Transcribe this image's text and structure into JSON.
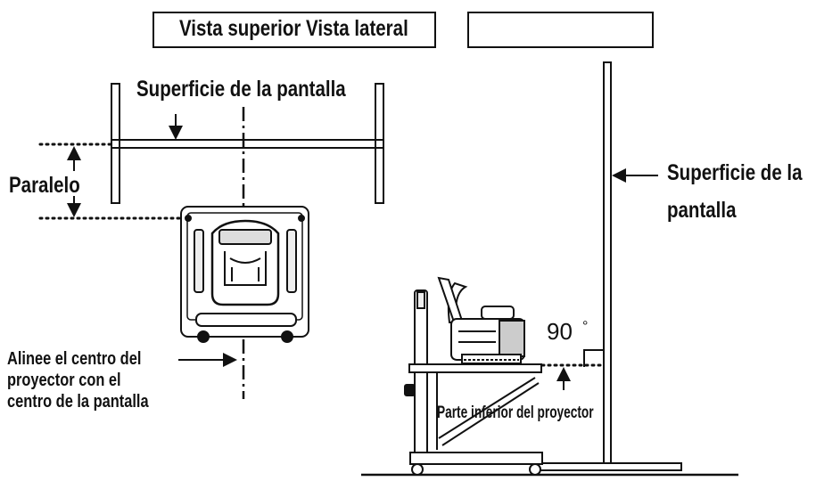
{
  "header": {
    "title_left": "Vista superior Vista lateral",
    "title_right": ""
  },
  "top_view": {
    "screen_surface": "Superficie de la pantalla",
    "parallel": "Paralelo",
    "align_note": [
      "Alinee el centro del",
      "proyector con el",
      "centro de la pantalla"
    ]
  },
  "side_view": {
    "screen_surface": [
      "Superficie de la",
      "pantalla"
    ],
    "angle": "90",
    "angle_unit": "°",
    "projector_bottom": "Parte inferior del proyector"
  },
  "colors": {
    "ink": "#111111",
    "background": "#ffffff"
  }
}
